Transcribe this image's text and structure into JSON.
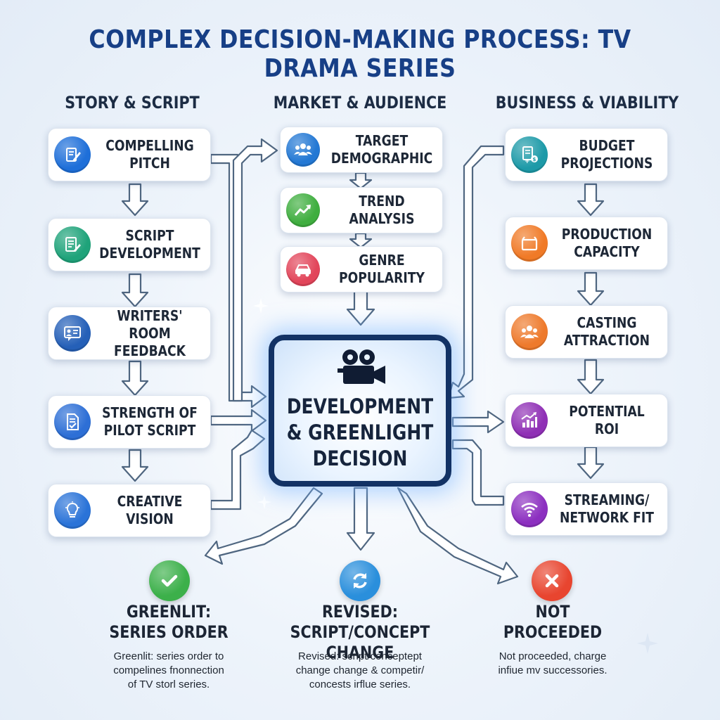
{
  "title": "COMPLEX DECISION-MAKING PROCESS: TV DRAMA SERIES",
  "columns": [
    {
      "heading": "STORY & SCRIPT"
    },
    {
      "heading": "MARKET & AUDIENCE"
    },
    {
      "heading": "BUSINESS & VIABILITY"
    }
  ],
  "story_script": [
    {
      "label": "COMPELLING\nPITCH",
      "icon": "pencil-document-icon",
      "color": "#1e6fd9"
    },
    {
      "label": "SCRIPT\nDEVELOPMENT",
      "icon": "script-edit-icon",
      "color": "#1fa37a"
    },
    {
      "label": "WRITERS' ROOM\nFEEDBACK",
      "icon": "feedback-board-icon",
      "color": "#2560b8"
    },
    {
      "label": "STRENGTH OF\nPILOT SCRIPT",
      "icon": "checked-document-icon",
      "color": "#2d6fd6"
    },
    {
      "label": "CREATIVE\nVISION",
      "icon": "lightbulb-icon",
      "color": "#2a73d8"
    }
  ],
  "market_audience": [
    {
      "label": "TARGET\nDEMOGRAPHIC",
      "icon": "people-group-icon",
      "color": "#2378d4"
    },
    {
      "label": "TREND\nANALYSIS",
      "icon": "trend-arrow-icon",
      "color": "#3fae3f"
    },
    {
      "label": "GENRE\nPOPULARITY",
      "icon": "car-icon",
      "color": "#e2455a"
    }
  ],
  "business_viability": [
    {
      "label": "BUDGET\nPROJECTIONS",
      "icon": "budget-calculator-icon",
      "color": "#1d9aa8"
    },
    {
      "label": "PRODUCTION\nCAPACITY",
      "icon": "clapper-board-icon",
      "color": "#f07a27"
    },
    {
      "label": "CASTING\nATTRACTION",
      "icon": "cast-group-icon",
      "color": "#ee7a2c"
    },
    {
      "label": "POTENTIAL\nROI",
      "icon": "growth-chart-icon",
      "color": "#8f2fb5"
    },
    {
      "label": "STREAMING/\nNETWORK FIT",
      "icon": "wifi-signal-icon",
      "color": "#8c2fc0"
    }
  ],
  "center": {
    "label": "DEVELOPMENT\n& GREENLIGHT\nDECISION",
    "icon": "movie-camera-icon"
  },
  "outcomes": [
    {
      "title": "GREENLIT:\nSERIES ORDER",
      "desc": "Greenlit: series order to\ncompelines fnonnection\nof TV storl series.",
      "icon": "checkmark-icon",
      "color": "#3cb04a"
    },
    {
      "title": "REVISED:\nSCRIPT/CONCEPT CHANGE",
      "desc": "Revised: script/conceptept\nchange change & competir/\nconcests irflue series.",
      "icon": "refresh-icon",
      "color": "#2a8fdc"
    },
    {
      "title": "NOT\nPROCEEDED",
      "desc": "Not proceeded, charge\ninfiue mv successories.",
      "icon": "close-icon",
      "color": "#e8452f"
    }
  ]
}
